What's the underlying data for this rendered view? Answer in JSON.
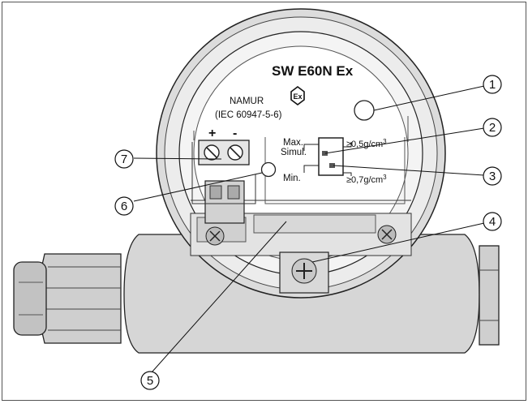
{
  "device": {
    "model": "SW E60N Ex",
    "ex_symbol": "Ex",
    "namur": "NAMUR",
    "iec": "(IEC 60947-5-6)",
    "plus": "+",
    "minus": "-",
    "simul": "Simul.",
    "max": "Max.",
    "min": "Min.",
    "density_max": "≥0,5g/cm",
    "density_min": "≥0,7g/cm",
    "cube": "3"
  },
  "callouts": [
    "1",
    "2",
    "3",
    "4",
    "5",
    "6",
    "7"
  ]
}
